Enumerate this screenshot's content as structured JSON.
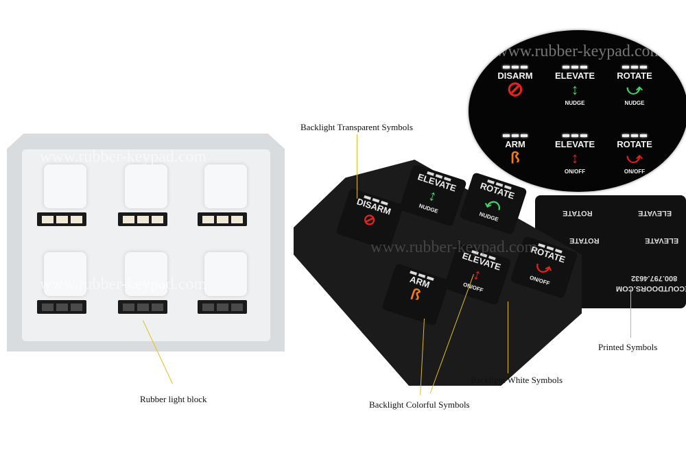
{
  "watermark": "www.rubber-keypad.com",
  "annotations": {
    "transparent": "Backlight Transparent Symbols",
    "light_block": "Rubber light block",
    "white": "Backlight White Symbols",
    "colorful": "Backlight Colorful Symbols",
    "printed": "Printed Symbols"
  },
  "keys": [
    {
      "label": "DISARM",
      "sub": "",
      "icon": "prohibition-icon",
      "color": "#e0241e"
    },
    {
      "label": "ELEVATE",
      "sub": "NUDGE",
      "icon": "double-arrow-vertical-icon",
      "color": "#3fd46a"
    },
    {
      "label": "ROTATE",
      "sub": "NUDGE",
      "icon": "curved-arrow-icon",
      "color": "#3fd46a"
    },
    {
      "label": "ARM",
      "sub": "",
      "icon": "flame-icon",
      "color": "#f07a1e"
    },
    {
      "label": "ELEVATE",
      "sub": "ON/OFF",
      "icon": "double-arrow-vertical-icon",
      "color": "#e0241e"
    },
    {
      "label": "ROTATE",
      "sub": "ON/OFF",
      "icon": "curved-arrow-icon",
      "color": "#e0241e"
    }
  ],
  "printed": {
    "phone": "800.797.4632",
    "site": "ECOUTDOORS.COM",
    "keys": [
      "ROTATE",
      "ELEVATE",
      "ROTATE",
      "ELEVATE"
    ]
  }
}
